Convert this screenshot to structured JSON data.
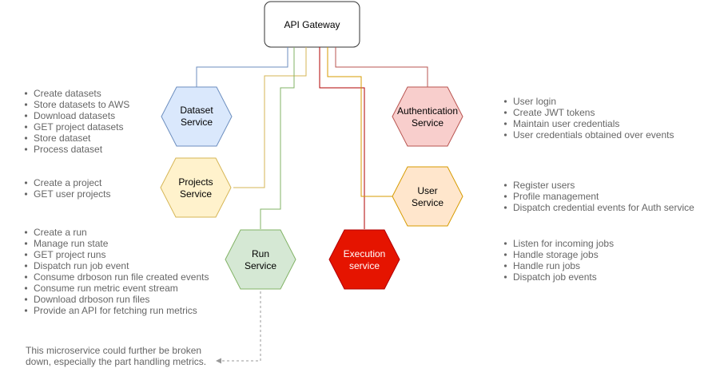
{
  "gateway": {
    "label": "API Gateway"
  },
  "services": {
    "dataset": {
      "line1": "Dataset",
      "line2": "Service",
      "fill": "#dae8fc",
      "stroke": "#6c8ebf",
      "edge": "#6c8ebf"
    },
    "projects": {
      "line1": "Projects",
      "line2": "Service",
      "fill": "#fff2cc",
      "stroke": "#d6b656",
      "edge": "#d6b656"
    },
    "run": {
      "line1": "Run",
      "line2": "Service",
      "fill": "#d5e8d4",
      "stroke": "#82b366",
      "edge": "#82b366"
    },
    "execution": {
      "line1": "Execution",
      "line2": "service",
      "fill": "#e51400",
      "stroke": "#b20000",
      "edge": "#b20000",
      "text_color": "#ffffff"
    },
    "user": {
      "line1": "User",
      "line2": "Service",
      "fill": "#ffe6cc",
      "stroke": "#d79b00",
      "edge": "#d79b00"
    },
    "auth": {
      "line1": "Authentication",
      "line2": "Service",
      "fill": "#f8cecc",
      "stroke": "#b85450",
      "edge": "#b85450"
    }
  },
  "bullets": {
    "dataset": [
      "Create datasets",
      "Store datasets to AWS",
      "Download datasets",
      "GET project datasets",
      "Store dataset",
      "Process dataset"
    ],
    "projects": [
      "Create a project",
      "GET user projects"
    ],
    "run": [
      "Create a run",
      "Manage run state",
      "GET project runs",
      "Dispatch run job event",
      "Consume drboson run file created events",
      "Consume run metric event stream",
      "Download drboson run files",
      "Provide an API for fetching run metrics"
    ],
    "auth": [
      "User login",
      "Create JWT tokens",
      "Maintain user credentials",
      "User credentials obtained over events"
    ],
    "user": [
      "Register users",
      "Profile management",
      "Dispatch credential events for Auth service"
    ],
    "execution": [
      "Listen for incoming jobs",
      "Handle storage jobs",
      "Handle run jobs",
      "Dispatch job events"
    ]
  },
  "note": {
    "line1": "This microservice could further be broken",
    "line2": "down, especially the part handling metrics."
  }
}
